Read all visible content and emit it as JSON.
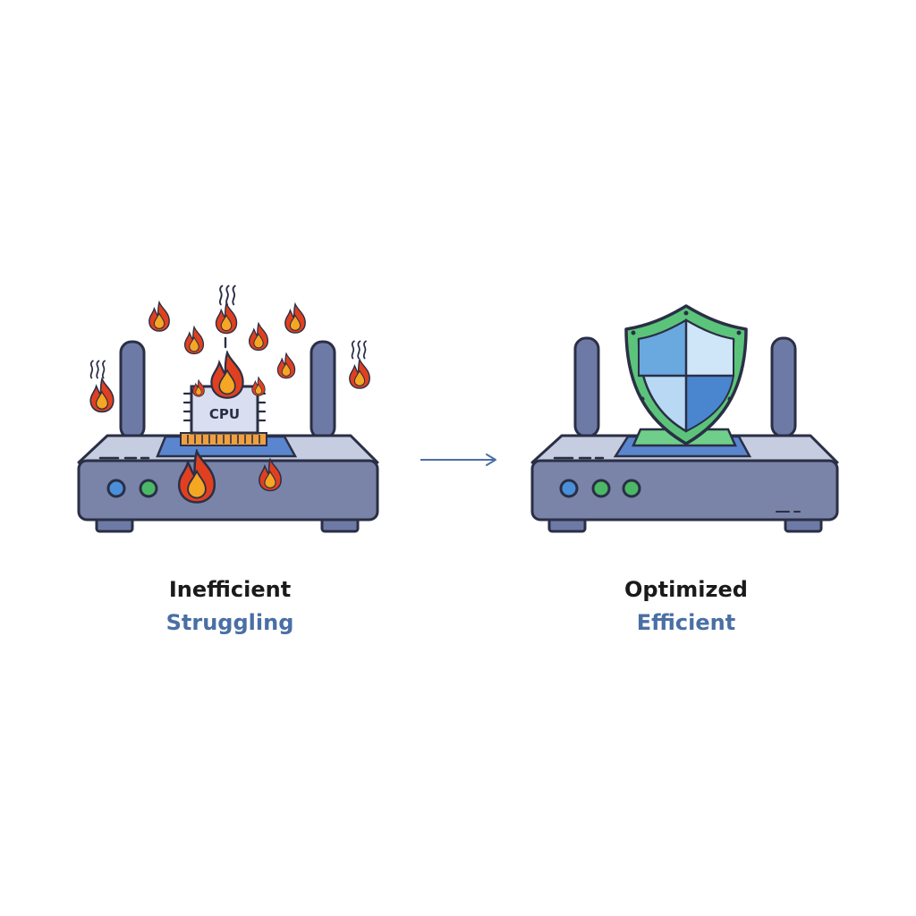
{
  "cpu_label": "CPU",
  "left": {
    "title": "Inefficient",
    "subtitle": "Struggling"
  },
  "right": {
    "title": "Optimized",
    "subtitle": "Efficient"
  },
  "colors": {
    "router_body": "#7a83a8",
    "router_top": "#c7cde0",
    "outline": "#2a2f45",
    "antenna": "#6e7aa6",
    "led_blue": "#4a90d9",
    "led_green": "#4bb866",
    "flame_outer": "#e04020",
    "flame_inner": "#f5a623",
    "chip_pad": "#f0a040",
    "shield_green": "#5bc47a",
    "shield_blue": "#6aa8e0",
    "shield_light": "#b8d8f4",
    "subtitle": "#4a6fa5",
    "arrow": "#4a6fa5"
  },
  "icons": [
    "router-icon",
    "cpu-chip-icon",
    "flame-icon",
    "shield-icon",
    "arrow-right-icon"
  ]
}
